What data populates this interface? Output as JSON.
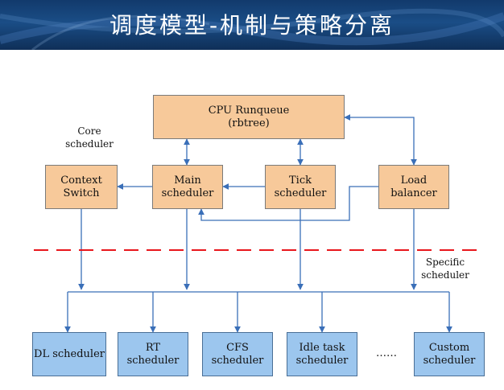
{
  "header": {
    "title": "调度模型-机制与策略分离"
  },
  "runqueue": {
    "line1": "CPU Runqueue",
    "line2": "(rbtree)"
  },
  "core_label": {
    "line1": "Core",
    "line2": "scheduler"
  },
  "specific_label": {
    "line1": "Specific",
    "line2": "scheduler"
  },
  "core_boxes": [
    {
      "line1": "Context",
      "line2": "Switch"
    },
    {
      "line1": "Main",
      "line2": "scheduler"
    },
    {
      "line1": "Tick",
      "line2": "scheduler"
    },
    {
      "line1": "Load",
      "line2": "balancer"
    }
  ],
  "specific_boxes": [
    {
      "line1": "DL scheduler",
      "line2": ""
    },
    {
      "line1": "RT scheduler",
      "line2": ""
    },
    {
      "line1": "CFS",
      "line2": "scheduler"
    },
    {
      "line1": "Idle task",
      "line2": "scheduler"
    },
    {
      "line1": "Custom",
      "line2": "scheduler"
    }
  ],
  "ellipsis": "……",
  "colors": {
    "core_box": "#f7c99a",
    "specific_box": "#9cc6ee",
    "arrow": "#3a6fb8",
    "divider": "#e8161c",
    "header": "#1a4d86"
  }
}
